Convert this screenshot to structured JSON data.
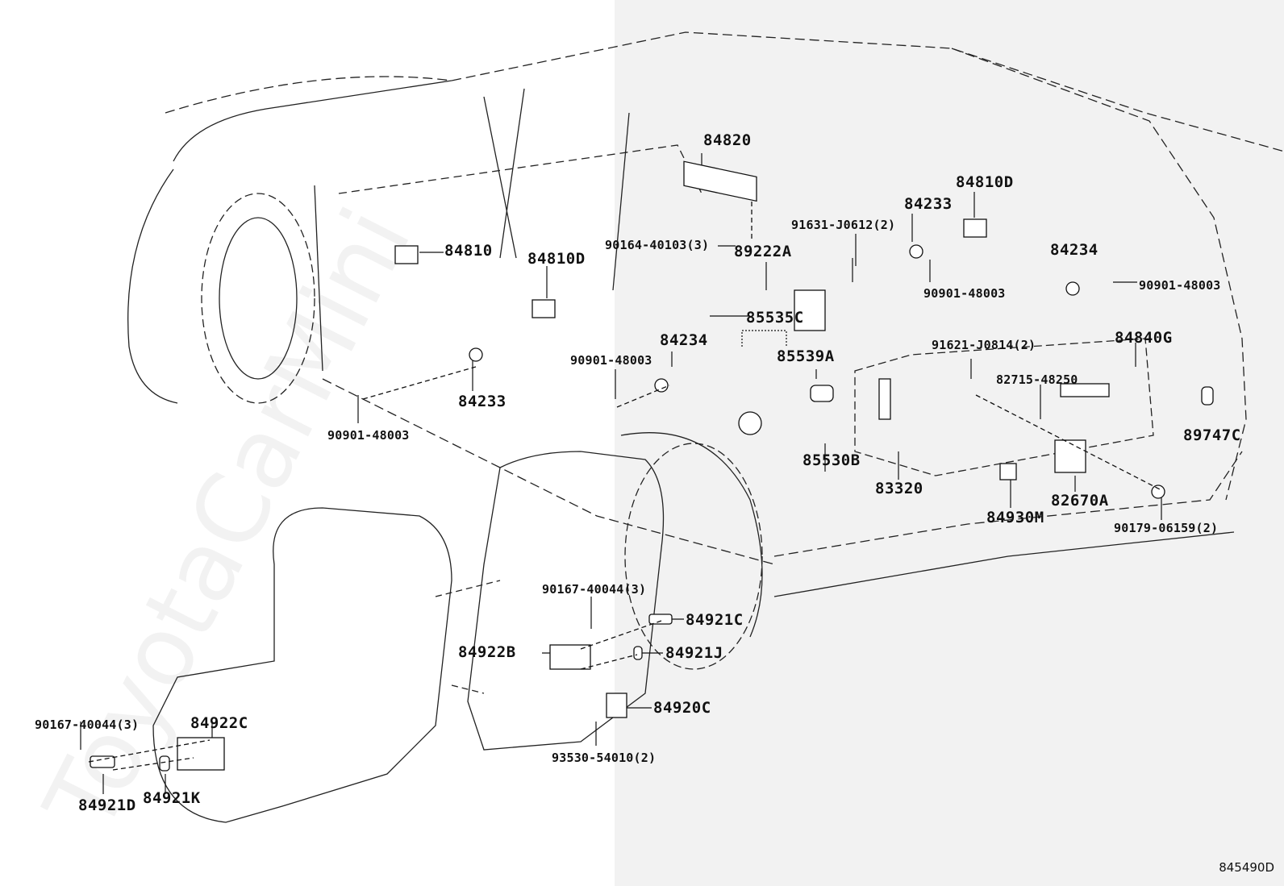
{
  "diagram": {
    "title": "Toyota parts diagram - switch & relay (interior/rear)",
    "watermark": "ToyotaCarMini",
    "figure_code": "845490D",
    "labels": [
      {
        "id": "84820",
        "text": "84820"
      },
      {
        "id": "84810D-rear",
        "text": "84810D"
      },
      {
        "id": "84233-rear",
        "text": "84233"
      },
      {
        "id": "91631-J0612",
        "text": "91631-J0612(2)"
      },
      {
        "id": "89222A",
        "text": "89222A"
      },
      {
        "id": "90164-40103",
        "text": "90164-40103(3)"
      },
      {
        "id": "84810",
        "text": "84810"
      },
      {
        "id": "84810D-front",
        "text": "84810D"
      },
      {
        "id": "84234-rear",
        "text": "84234"
      },
      {
        "id": "90901-48003-rear-a",
        "text": "90901-48003"
      },
      {
        "id": "90901-48003-rear-b",
        "text": "90901-48003"
      },
      {
        "id": "85535C",
        "text": "85535C"
      },
      {
        "id": "84234-mid",
        "text": "84234"
      },
      {
        "id": "90901-48003-mid",
        "text": "90901-48003"
      },
      {
        "id": "85539A",
        "text": "85539A"
      },
      {
        "id": "91621-J0814",
        "text": "91621-J0814(2)"
      },
      {
        "id": "84840G",
        "text": "84840G"
      },
      {
        "id": "82715-48250",
        "text": "82715-48250"
      },
      {
        "id": "84233-front",
        "text": "84233"
      },
      {
        "id": "90901-48003-front",
        "text": "90901-48003"
      },
      {
        "id": "85530B",
        "text": "85530B"
      },
      {
        "id": "83320",
        "text": "83320"
      },
      {
        "id": "89747C",
        "text": "89747C"
      },
      {
        "id": "84930M",
        "text": "84930M"
      },
      {
        "id": "82670A",
        "text": "82670A"
      },
      {
        "id": "90179-06159",
        "text": "90179-06159(2)"
      },
      {
        "id": "90167-40044-right",
        "text": "90167-40044(3)"
      },
      {
        "id": "84921C",
        "text": "84921C"
      },
      {
        "id": "84922B",
        "text": "84922B"
      },
      {
        "id": "84921J",
        "text": "84921J"
      },
      {
        "id": "84920C",
        "text": "84920C"
      },
      {
        "id": "93530-54010",
        "text": "93530-54010(2)"
      },
      {
        "id": "90167-40044-left",
        "text": "90167-40044(3)"
      },
      {
        "id": "84922C",
        "text": "84922C"
      },
      {
        "id": "84921D",
        "text": "84921D"
      },
      {
        "id": "84921K",
        "text": "84921K"
      }
    ]
  }
}
